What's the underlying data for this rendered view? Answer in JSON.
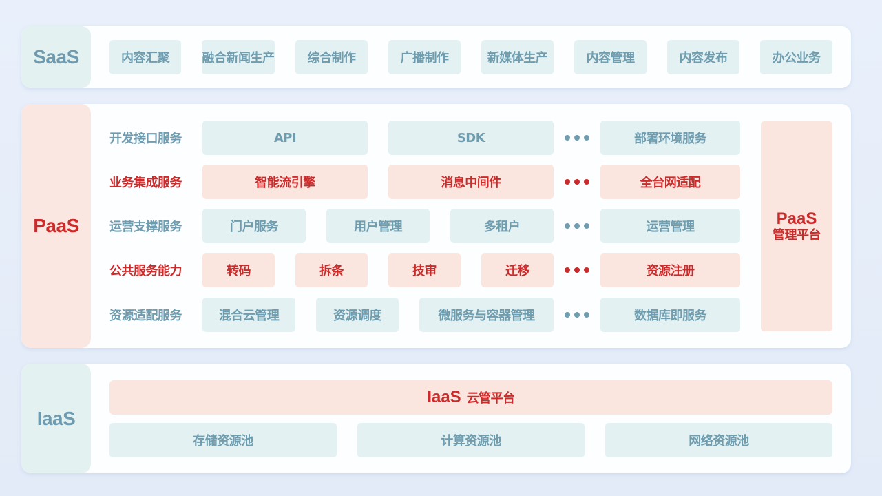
{
  "saas": {
    "label": "SaaS",
    "items": [
      "内容汇聚",
      "融合新闻生产",
      "综合制作",
      "广播制作",
      "新媒体生产",
      "内容管理",
      "内容发布",
      "办公业务"
    ]
  },
  "paas": {
    "label": "PaaS",
    "rows": [
      {
        "label": "开发接口服务",
        "items": [
          "API",
          "SDK"
        ],
        "tail": "部署环境服务"
      },
      {
        "label": "业务集成服务",
        "items": [
          "智能流引擎",
          "消息中间件"
        ],
        "tail": "全台网适配"
      },
      {
        "label": "运营支撑服务",
        "items": [
          "门户服务",
          "用户管理",
          "多租户"
        ],
        "tail": "运营管理"
      },
      {
        "label": "公共服务能力",
        "items": [
          "转码",
          "拆条",
          "技审",
          "迁移"
        ],
        "tail": "资源注册"
      },
      {
        "label": "资源适配服务",
        "items": [
          "混合云管理",
          "资源调度",
          "微服务与容器管理"
        ],
        "tail": "数据库即服务"
      }
    ],
    "platform": {
      "title": "PaaS",
      "subtitle": "管理平台"
    }
  },
  "iaas": {
    "label": "IaaS",
    "platform": {
      "title": "IaaS",
      "subtitle": "云管平台"
    },
    "pools": [
      "存储资源池",
      "计算资源池",
      "网络资源池"
    ]
  },
  "colors": {
    "teal_text": "#6f9db0",
    "teal_fill": "#e3f1f2",
    "red_text": "#cc2b2b",
    "red_fill": "#fbe6df"
  }
}
